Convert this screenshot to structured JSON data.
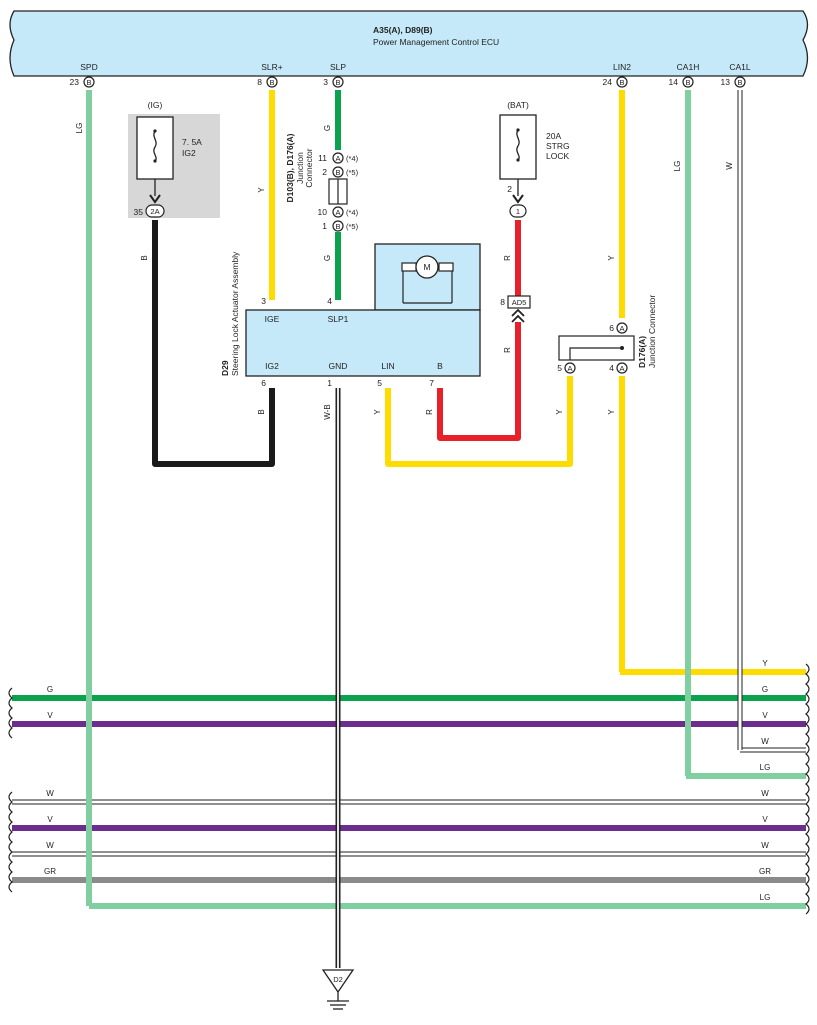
{
  "colors": {
    "ecu_fill": "#c6e9f9",
    "green": "#0aa24c",
    "yellow": "#ffdc00",
    "red": "#e8202a",
    "black": "#1a1a1a",
    "light_green": "#7fcfa0",
    "violet": "#6b2e8c",
    "gray": "#8a8a8a",
    "white_wire": "#ffffff",
    "fuse_gray": "#d7d7d7"
  },
  "ecu": {
    "title": "A35(A), D89(B)",
    "subtitle": "Power Management Control ECU",
    "pins": {
      "spd": {
        "name": "SPD",
        "num": "23",
        "conn": "B"
      },
      "slr": {
        "name": "SLR+",
        "num": "8",
        "conn": "B"
      },
      "slp": {
        "name": "SLP",
        "num": "3",
        "conn": "B"
      },
      "lin2": {
        "name": "LIN2",
        "num": "24",
        "conn": "B"
      },
      "ca1h": {
        "name": "CA1H",
        "num": "14",
        "conn": "B"
      },
      "ca1l": {
        "name": "CA1L",
        "num": "13",
        "conn": "B"
      }
    }
  },
  "fuse_ig": {
    "header": "(IG)",
    "rating": "7. 5A",
    "name": "IG2",
    "pin": "35",
    "conn": "2A"
  },
  "fuse_bat": {
    "header": "(BAT)",
    "rating": "20A",
    "name1": "STRG",
    "name2": "LOCK",
    "pin": "2",
    "conn": "1"
  },
  "jc_upper": {
    "title": "D103(B), D176(A)",
    "sub1": "Junction",
    "sub2": "Connector",
    "rows": [
      {
        "num": "11",
        "conn": "A",
        "tag": "(*4)"
      },
      {
        "num": "2",
        "conn": "B",
        "tag": "(*5)"
      },
      {
        "num": "10",
        "conn": "A",
        "tag": "(*4)"
      },
      {
        "num": "1",
        "conn": "B",
        "tag": "(*5)"
      }
    ]
  },
  "actuator": {
    "code": "D29",
    "name": "Steering Lock Actuator Assembly",
    "motor": "M",
    "pins_top": [
      {
        "num": "3",
        "name": "IGE"
      },
      {
        "num": "4",
        "name": "SLP1"
      }
    ],
    "pins_bottom": [
      {
        "num": "6",
        "name": "IG2"
      },
      {
        "num": "1",
        "name": "GND"
      },
      {
        "num": "5",
        "name": "LIN"
      },
      {
        "num": "7",
        "name": "B"
      }
    ]
  },
  "connector_ad5": {
    "pin": "8",
    "name": "AD5"
  },
  "jc_right": {
    "title": "D176(A)",
    "sub": "Junction Connector",
    "pins": [
      {
        "num": "6",
        "conn": "A"
      },
      {
        "num": "5",
        "conn": "A"
      },
      {
        "num": "4",
        "conn": "A"
      }
    ]
  },
  "ground": {
    "name": "D2"
  },
  "wire_labels": {
    "spd": "LG",
    "slr": "Y",
    "slp_top": "G",
    "slp_bottom": "G",
    "ig2_wire": "B",
    "bat_wire": "R",
    "ad5_wire": "R",
    "lin2_top": "Y",
    "ca1h": "LG",
    "ca1l": "W",
    "ig2_out": "B",
    "gnd": "W-B",
    "lin_out": "Y",
    "b_out": "R",
    "jc5": "Y",
    "jc4": "Y"
  },
  "bus_wires": [
    {
      "left": "",
      "right": "Y",
      "color": "yellow"
    },
    {
      "left": "G",
      "right": "G",
      "color": "green"
    },
    {
      "left": "V",
      "right": "V",
      "color": "violet"
    },
    {
      "left": "",
      "right": "W",
      "color": "white_wire"
    },
    {
      "left": "",
      "right": "LG",
      "color": "light_green"
    },
    {
      "left": "W",
      "right": "W",
      "color": "white_wire"
    },
    {
      "left": "V",
      "right": "V",
      "color": "violet"
    },
    {
      "left": "W",
      "right": "W",
      "color": "white_wire"
    },
    {
      "left": "GR",
      "right": "GR",
      "color": "gray"
    },
    {
      "left": "",
      "right": "LG",
      "color": "light_green"
    }
  ]
}
